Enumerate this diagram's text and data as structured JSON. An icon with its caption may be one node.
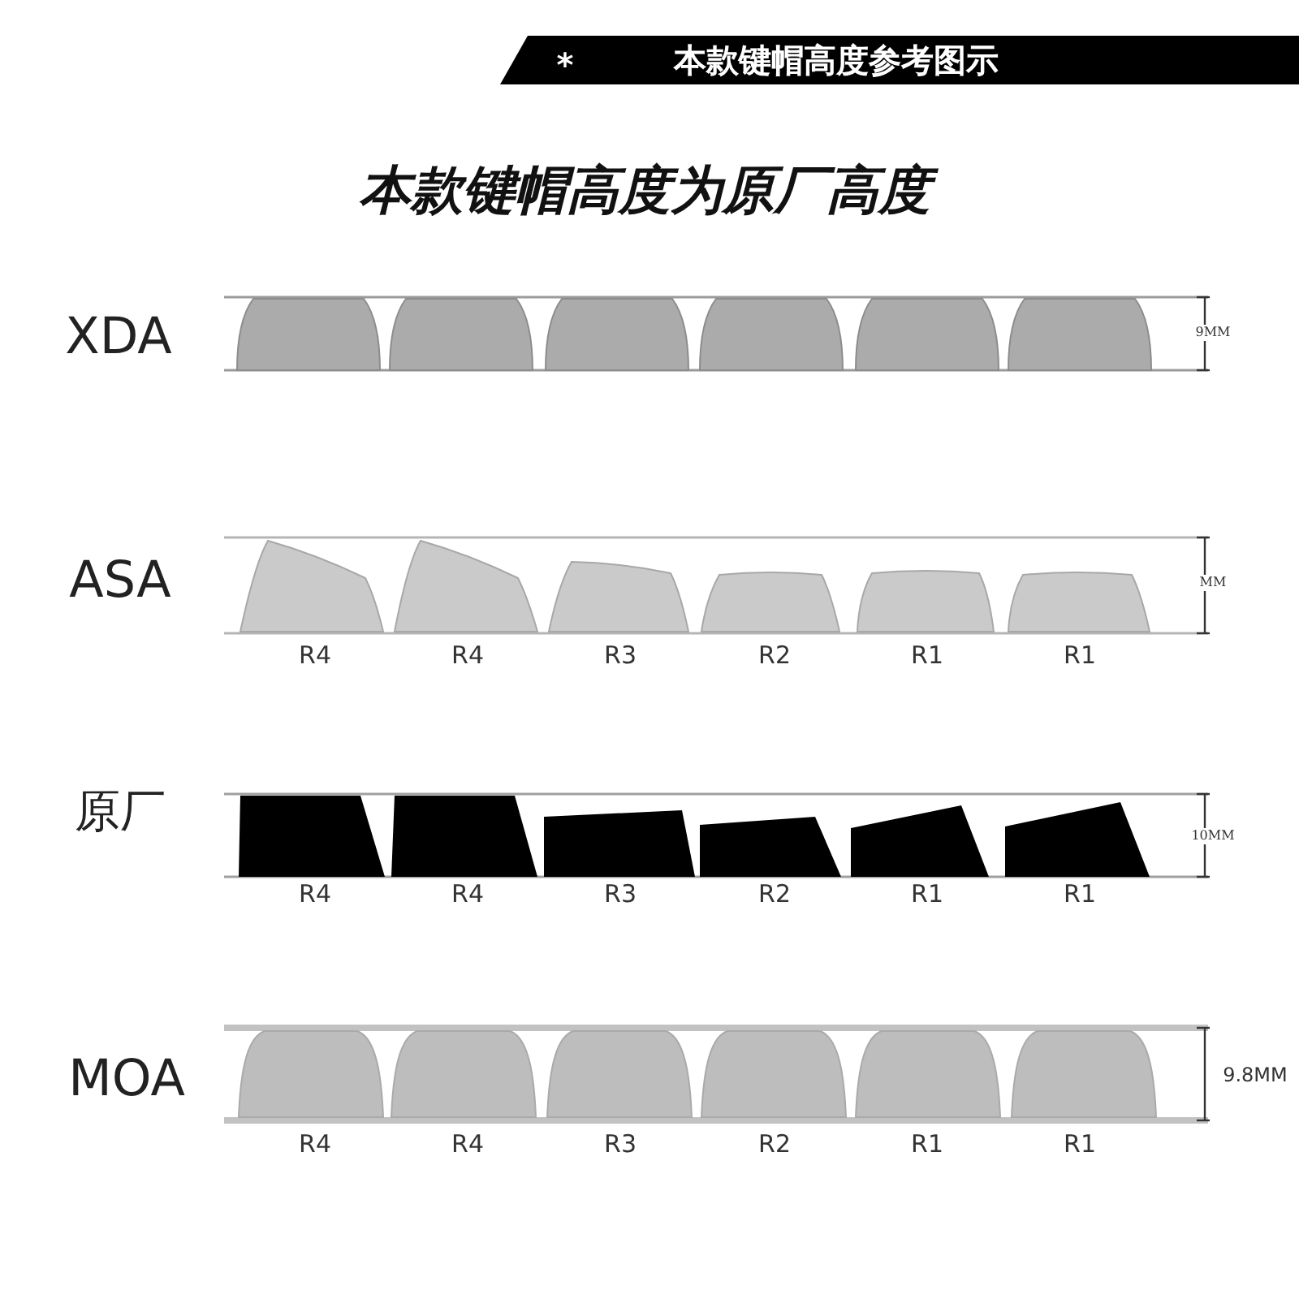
{
  "diagram": {
    "title": "本款键帽高度参考图示",
    "labels": [
      "*",
      "本款键帽高度为原厂高度",
      "XDA",
      "9MM",
      "ASA",
      "MM",
      "R4",
      "R4",
      "R3",
      "R2",
      "R1",
      "R1",
      "原厂",
      "10MM",
      "R4",
      "R4",
      "R3",
      "R2",
      "R1",
      "R1",
      "MOA",
      "9.8MM",
      "R4",
      "R4",
      "R3",
      "R2",
      "R1",
      "R1"
    ]
  }
}
